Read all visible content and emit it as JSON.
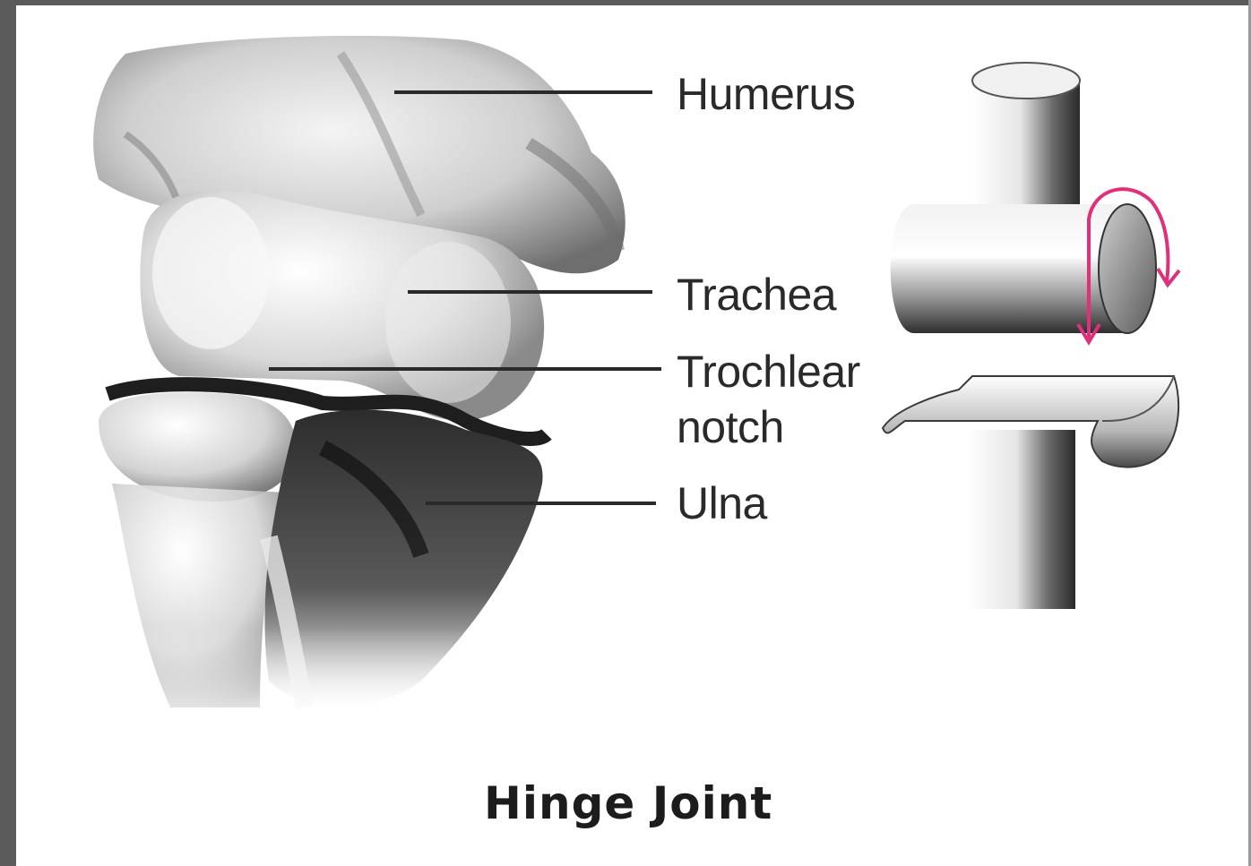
{
  "labels": {
    "humerus": "Humerus",
    "trachea": "Trachea",
    "trochlear_line1": "Trochlear",
    "trochlear_line2": "notch",
    "ulna": "Ulna"
  },
  "caption": "Hinge Joint",
  "colors": {
    "arrow": "#e0307a",
    "leader_line": "#2a2a2a"
  }
}
